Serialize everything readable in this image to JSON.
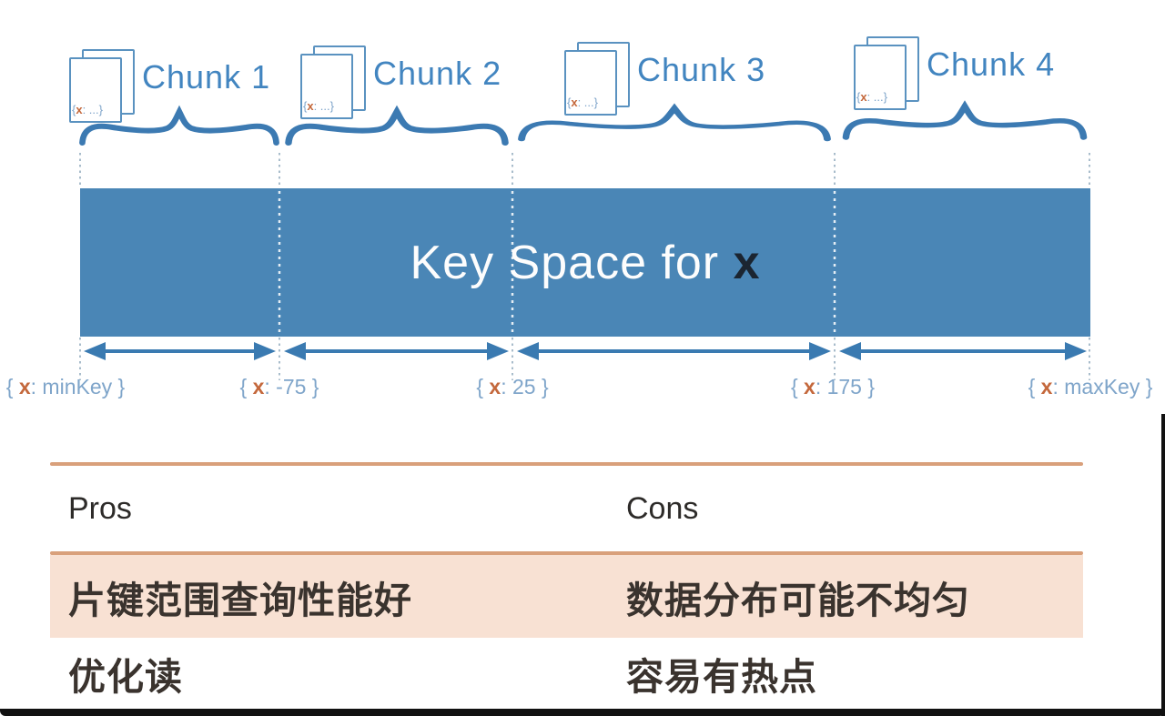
{
  "diagram": {
    "chunks": [
      {
        "label": "Chunk 1"
      },
      {
        "label": "Chunk 2"
      },
      {
        "label": "Chunk 3"
      },
      {
        "label": "Chunk 4"
      }
    ],
    "doc_icon": {
      "open": "{",
      "key": "x",
      "rest": ": ...}"
    },
    "bar": {
      "title": "Key Space for ",
      "key": "x"
    },
    "range_labels": [
      {
        "open": "{ ",
        "key": "x",
        "value": ": minKey",
        "close": " }"
      },
      {
        "open": "{ ",
        "key": "x",
        "value": ": -75",
        "close": " }"
      },
      {
        "open": "{ ",
        "key": "x",
        "value": ": 25",
        "close": " }"
      },
      {
        "open": "{ ",
        "key": "x",
        "value": ": 175",
        "close": " }"
      },
      {
        "open": "{ ",
        "key": "x",
        "value": ": maxKey",
        "close": " }"
      }
    ]
  },
  "table": {
    "headers": [
      "Pros",
      "Cons"
    ],
    "rows": [
      [
        "片键范围查询性能好",
        "数据分布可能不均匀"
      ],
      [
        "优化读",
        "容易有热点"
      ]
    ]
  },
  "colors": {
    "bar_blue": "#4a86b6",
    "chunk_text_blue": "#4285c0",
    "label_blue": "#7fa5ca",
    "key_orange": "#c4683c",
    "bar_key_dark": "#1b2531",
    "table_line_tan": "#d9a07b",
    "row_highlight_peach": "#f8e1d3"
  }
}
